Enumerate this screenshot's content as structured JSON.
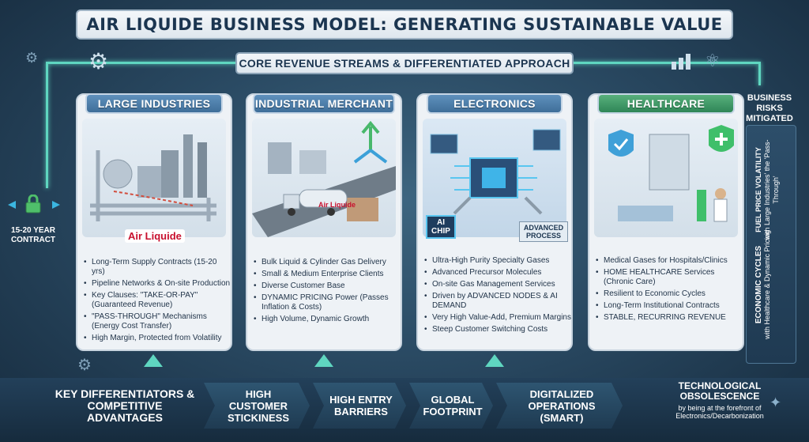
{
  "title": "AIR LIQUIDE BUSINESS MODEL: GENERATING SUSTAINABLE VALUE",
  "core": "CORE REVENUE STREAMS & DIFFERENTIATED APPROACH",
  "left_side": {
    "line1": "15-20 YEAR",
    "line2": "CONTRACT"
  },
  "right_side": {
    "heading": "BUSINESS RISKS MITIGATED",
    "v1_title": "FUEL PRICE VOLATILITY",
    "v1_body": "with Large Industries' the 'Pass-Through'",
    "v2_title": "ECONOMIC CYCLES",
    "v2_body": "with Healthcare & Dynamic Pricing"
  },
  "cards": [
    {
      "title": "LARGE INDUSTRIES",
      "logo": "Air Liquide",
      "bullets": [
        "Long-Term Supply Contracts (15-20 yrs)",
        "Pipeline Networks & On-site Production",
        "Key Clauses: \"TAKE-OR-PAY\" (Guaranteed Revenue)",
        "\"PASS-THROUGH\" Mechanisms (Energy Cost Transfer)",
        "High Margin, Protected from Volatility"
      ]
    },
    {
      "title": "INDUSTRIAL MERCHANT",
      "truck_label": "Air Liquide",
      "bullets": [
        "Bulk Liquid & Cylinder Gas Delivery",
        "Small & Medium Enterprise Clients",
        "Diverse Customer Base",
        "DYNAMIC PRICING Power (Passes Inflation & Costs)",
        "High Volume, Dynamic Growth"
      ]
    },
    {
      "title": "ELECTRONICS",
      "chip_label": "AI CHIP",
      "process_label": "ADVANCED PROCESS",
      "bullets": [
        "Ultra-High Purity Specialty Gases",
        "Advanced Precursor Molecules",
        "On-site Gas Management Services",
        "Driven by ADVANCED NODES & AI DEMAND",
        "Very High Value-Add, Premium Margins",
        "Steep Customer Switching Costs"
      ]
    },
    {
      "title": "HEALTHCARE",
      "bullets": [
        "Medical Gases for Hospitals/Clinics",
        "HOME HEALTHCARE Services (Chronic Care)",
        "Resilient to Economic Cycles",
        "Long-Term Institutional Contracts",
        "STABLE, RECURRING REVENUE"
      ]
    }
  ],
  "bottom": {
    "key": "KEY DIFFERENTIATORS & COMPETITIVE ADVANTAGES",
    "items": [
      "HIGH CUSTOMER STICKINESS",
      "HIGH ENTRY BARRIERS",
      "GLOBAL FOOTPRINT",
      "DIGITALIZED OPERATIONS (SMART)"
    ],
    "tech_title": "TECHNOLOGICAL OBSOLESCENCE",
    "tech_body": "by being at the forefront of Electronics/Decarbonization"
  },
  "colors": {
    "large_industries": "#4f80ac",
    "industrial_merchant": "#4f80ac",
    "electronics": "#4f80ac",
    "healthcare": "#3f9a6a",
    "flow": "#5fd6c0"
  }
}
